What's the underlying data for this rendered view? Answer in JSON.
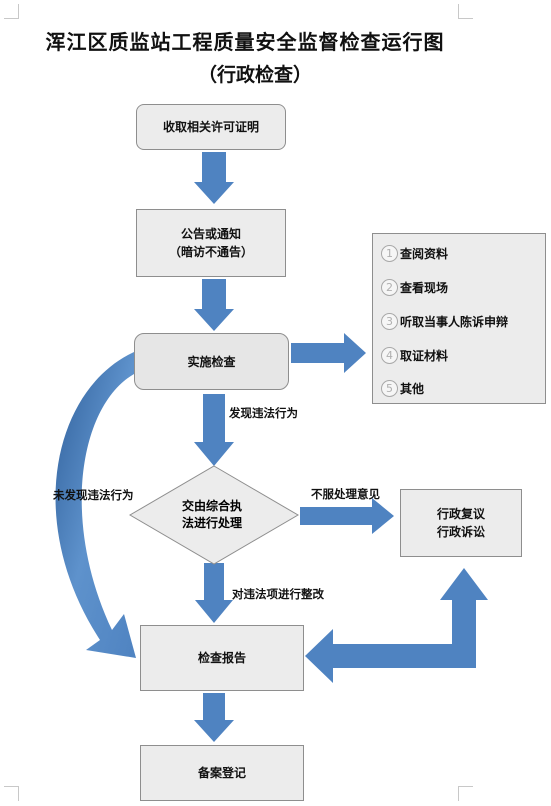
{
  "title": "浑江区质监站工程质量安全监督检查运行图",
  "subtitle": "（行政检查）",
  "nodes": {
    "license": "收取相关许可证明",
    "notice_line1": "公告或通知",
    "notice_line2": "（暗访不通告）",
    "inspect": "实施检查",
    "decision_line1": "交由综合执",
    "decision_line2": "法进行处理",
    "review_line1": "行政复议",
    "review_line2": "行政诉讼",
    "report": "检查报告",
    "record": "备案登记"
  },
  "edge_labels": {
    "found_violation": "发现违法行为",
    "no_violation": "未发现违法行为",
    "objection": "不服处理意见",
    "rectify": "对违法项进行整改"
  },
  "inspection_items": [
    {
      "num": "1",
      "label": "查阅资料"
    },
    {
      "num": "2",
      "label": "查看现场"
    },
    {
      "num": "3",
      "label": "听取当事人陈诉申辩"
    },
    {
      "num": "4",
      "label": "取证材料"
    },
    {
      "num": "5",
      "label": "其他"
    }
  ],
  "colors": {
    "arrow_blue": "#4f83c1",
    "box_fill": "#ececec",
    "box_border": "#8e8e8e"
  }
}
